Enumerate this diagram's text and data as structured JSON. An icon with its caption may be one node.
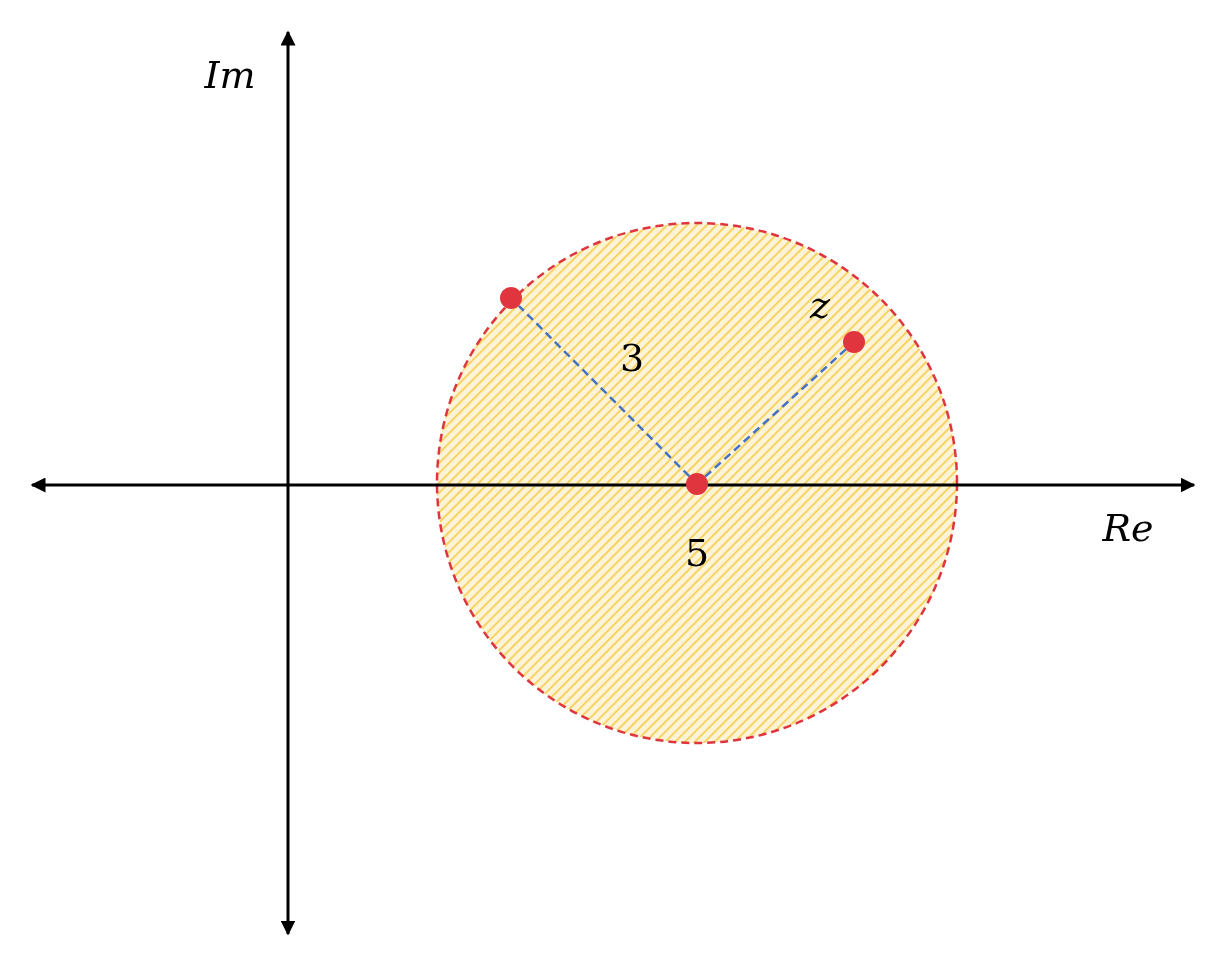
{
  "diagram": {
    "nodes": [
      {
        "text": [],
        "shape": "circle"
      },
      {
        "text": [],
        "shape": "circle",
        "beside": [
          "5"
        ]
      },
      {
        "text": [],
        "shape": "circle",
        "beside": [
          "z"
        ]
      }
    ],
    "edges": [
      {
        "from": 1,
        "to": 0,
        "arrow": "none",
        "style": "dashed",
        "label": "3"
      },
      {
        "from": 1,
        "to": 2,
        "arrow": "none",
        "style": "dashed"
      }
    ],
    "labels": [
      "Im",
      "Re"
    ]
  }
}
